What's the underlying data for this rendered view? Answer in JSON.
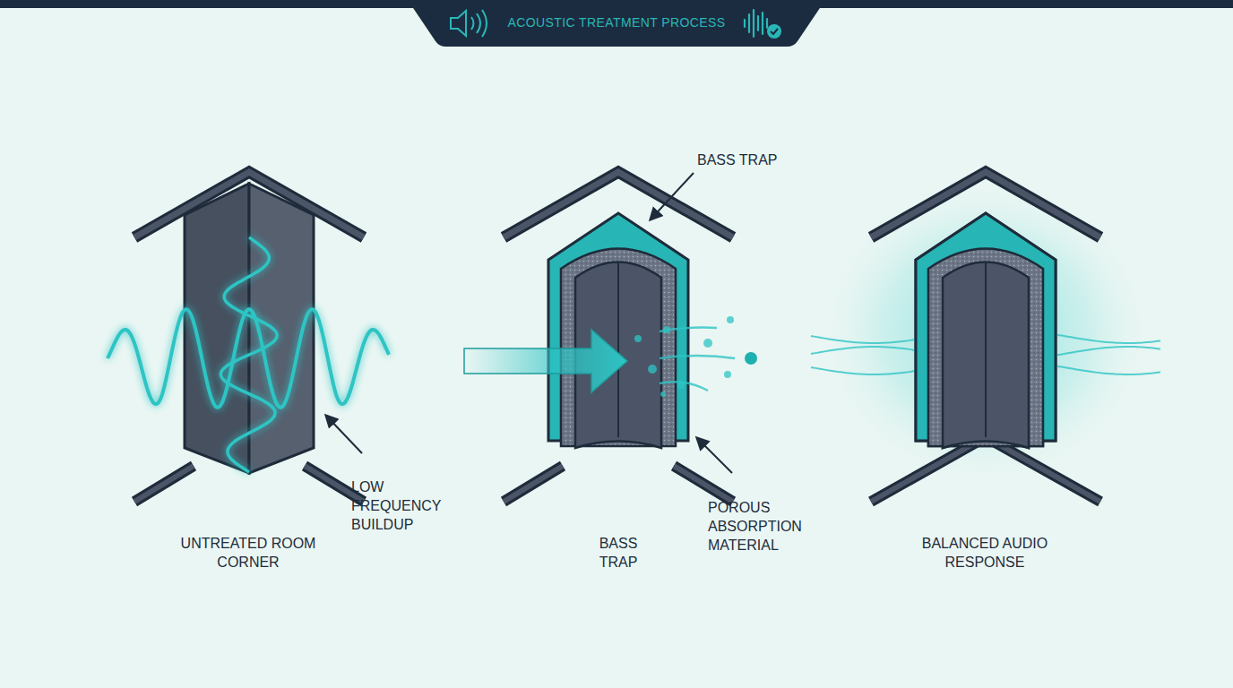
{
  "diagram": {
    "title": "ACOUSTIC TREATMENT PROCESS",
    "labels": [
      "BASS TRAP",
      "LOW FREQUENCY BUILDUP",
      "POROUS ABSORPTION MATERIAL",
      "UNTREATED ROOM CORNER",
      "BASS TRAP",
      "BALANCED AUDIO RESPONSE"
    ]
  }
}
